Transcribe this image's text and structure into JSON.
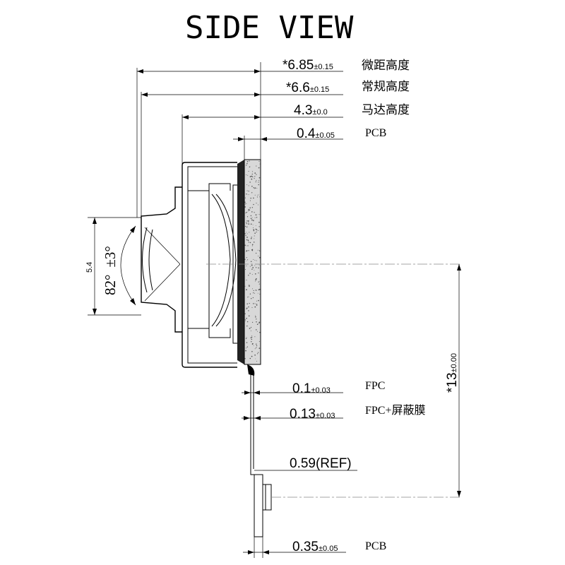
{
  "title": "SIDE VIEW",
  "dimensions": [
    {
      "value": "*6.85",
      "tolerance": "±0.15",
      "label": "微距高度"
    },
    {
      "value": "*6.6",
      "tolerance": "±0.15",
      "label": "常规高度"
    },
    {
      "value": "4.3",
      "tolerance": "±0.0",
      "label": "马达高度"
    },
    {
      "value": "0.4",
      "tolerance": "±0.05",
      "label": "PCB"
    },
    {
      "value": "0.1",
      "tolerance": "±0.03",
      "label": "FPC"
    },
    {
      "value": "0.13",
      "tolerance": "±0.03",
      "label": "FPC+屏蔽膜"
    },
    {
      "value": "0.59(REF)",
      "tolerance": "",
      "label": ""
    },
    {
      "value": "0.35",
      "tolerance": "±0.05",
      "label": "PCB"
    }
  ],
  "vertical_dimension": {
    "value": "*13",
    "tolerance": "±0.00"
  },
  "lens_height": "5.4",
  "fov": {
    "angle": "82°",
    "tolerance": "±3°"
  }
}
